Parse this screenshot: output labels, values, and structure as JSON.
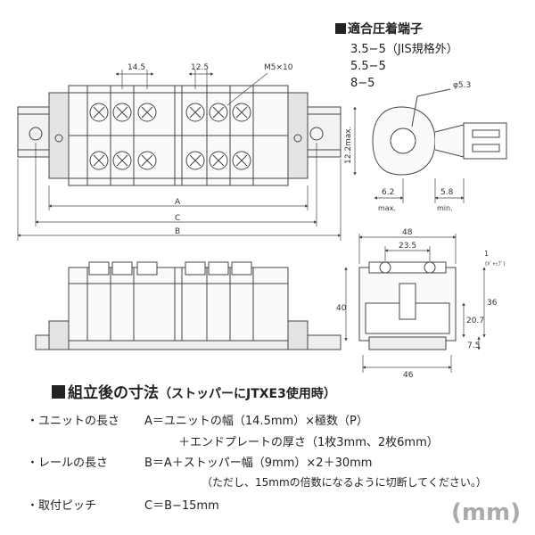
{
  "terminal_section": {
    "title": "適合圧着端子",
    "items": [
      "3.5−5（JIS規格外）",
      "5.5−5",
      "8−5"
    ]
  },
  "dimensions": {
    "pitch_left": "14.5",
    "pitch_right": "12.5",
    "screw": "M5×10",
    "A": "A",
    "C": "C",
    "B": "B",
    "hole_dia": "φ5.3",
    "lug_height": "12.2max.",
    "lug_a": "6.2",
    "lug_a_note": "max.",
    "lug_b": "5.8",
    "lug_b_note": "min.",
    "width_48": "48",
    "width_235": "23.5",
    "gap_1": "1",
    "gap_1_note": "(ｷﾞｬｯﾌﾟ)",
    "height_40": "40",
    "height_207": "20.7",
    "height_36": "36",
    "height_75": "7.5",
    "width_46": "46"
  },
  "assembly": {
    "title": "組立後の寸法",
    "subtitle": "（ストッパーにJTXE3使用時）",
    "line1_label": "・ユニットの長さ",
    "line1_value": "A＝ユニットの幅（14.5mm）×極数（P）",
    "line2_value": "＋エンドプレートの厚さ（1枚3mm、2枚6mm）",
    "line3_label": "・レールの長さ",
    "line3_value": "B＝A＋ストッパー幅（9mm）×2＋30mm",
    "line4_value": "（ただし、15mmの倍数になるように切断してください。）",
    "line5_label": "・取付ピッチ",
    "line5_value": "C＝B−15mm"
  },
  "unit_label": "(mm)"
}
